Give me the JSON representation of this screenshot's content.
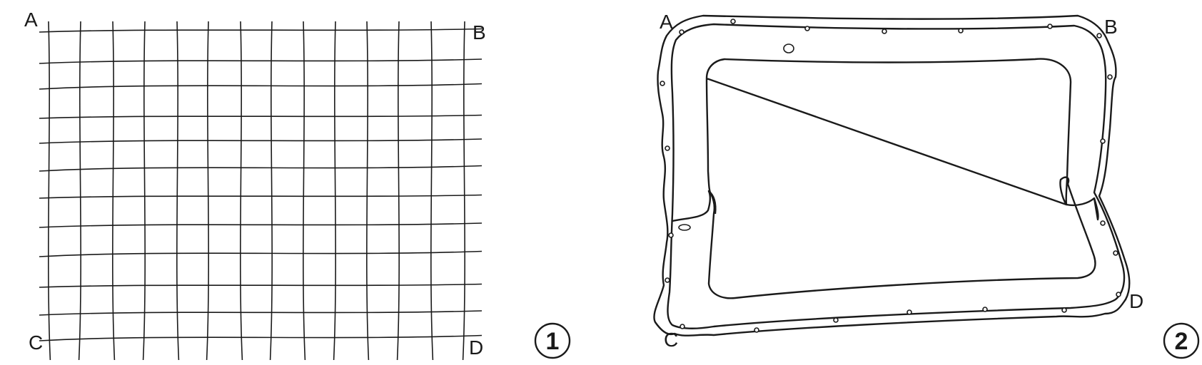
{
  "figure1": {
    "corners": {
      "a": "A",
      "b": "B",
      "c": "C",
      "d": "D"
    },
    "number": "1"
  },
  "figure2": {
    "corners": {
      "a": "A",
      "b": "B",
      "c": "C",
      "d": "D"
    },
    "number": "2"
  },
  "colors": {
    "ink": "#1a1a1a",
    "background": "#ffffff"
  }
}
